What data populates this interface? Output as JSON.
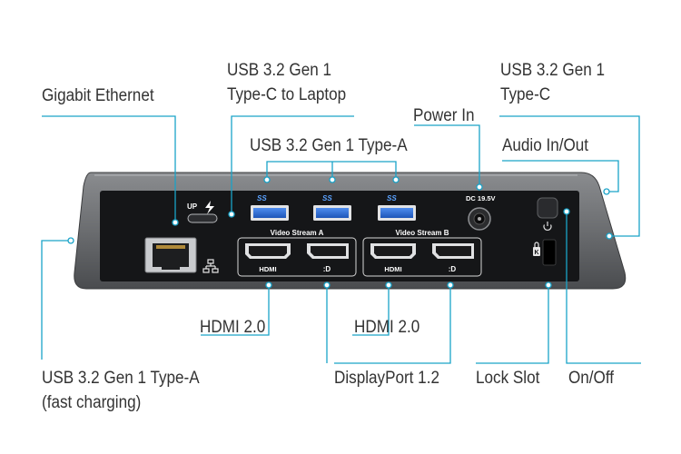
{
  "labels": {
    "gigabit_ethernet": "Gigabit Ethernet",
    "usbc_laptop_line1": "USB 3.2 Gen 1",
    "usbc_laptop_line2": "Type-C to Laptop",
    "usba_top": "USB 3.2 Gen 1 Type-A",
    "power_in": "Power In",
    "usbc_line1": "USB 3.2 Gen 1",
    "usbc_line2": "Type-C",
    "audio": "Audio In/Out",
    "usba_fast_line1": "USB 3.2 Gen 1 Type-A",
    "usba_fast_line2": "(fast charging)",
    "hdmi_a": "HDMI 2.0",
    "hdmi_b": "HDMI 2.0",
    "displayport": "DisplayPort 1.2",
    "lock_slot": "Lock Slot",
    "on_off": "On/Off"
  },
  "device": {
    "up_mark": "UP",
    "ss_mark": "SS",
    "dc_rating": "DC 19.5V",
    "video_stream_a": "Video Stream A",
    "video_stream_b": "Video Stream B",
    "hdmi_mark": "HDMI",
    "dp_mark": ":D"
  },
  "colors": {
    "callout": "#1aa3c8",
    "usb3_blue": "#2f6fd6",
    "device_body": "#6b6d70",
    "panel": "#151618",
    "label_text": "#333333"
  },
  "icons": [
    "network-icon",
    "lightning-icon",
    "power-icon",
    "lock-icon"
  ]
}
